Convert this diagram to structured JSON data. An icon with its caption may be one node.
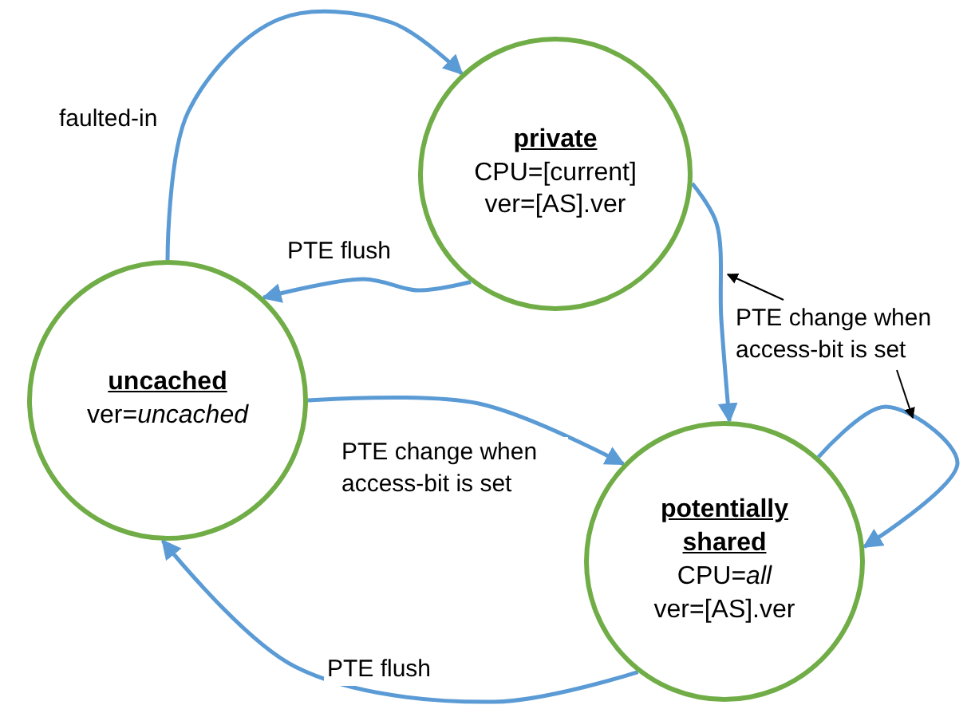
{
  "diagram": {
    "nodes": [
      {
        "text": [
          "private",
          "CPU=[current]",
          "ver=[AS].ver"
        ]
      },
      {
        "text": [
          "uncached",
          "ver=*uncached*"
        ]
      },
      {
        "text": [
          "potentially shared",
          "CPU=*all*",
          "ver=[AS].ver"
        ]
      },
      {
        "text": [
          "PTE change when access-bit is set"
        ]
      }
    ],
    "edges": [
      {
        "from": 1,
        "to": 0,
        "arrow": "to",
        "label": "faulted-in"
      },
      {
        "from": 0,
        "to": 1,
        "arrow": "to",
        "label": "PTE flush"
      },
      {
        "from": 0,
        "to": 2,
        "arrow": "to"
      },
      {
        "from": 1,
        "to": 2,
        "arrow": "to",
        "label": "PTE change when access-bit is set"
      },
      {
        "from": 2,
        "to": 1,
        "arrow": "to",
        "label": "PTE flush"
      },
      {
        "from": 2,
        "to": 2,
        "arrow": "to"
      },
      {
        "from": 3,
        "to": null,
        "arrow": "to",
        "color": "#000000"
      },
      {
        "from": 3,
        "to": null,
        "arrow": "to",
        "color": "#000000"
      }
    ]
  }
}
